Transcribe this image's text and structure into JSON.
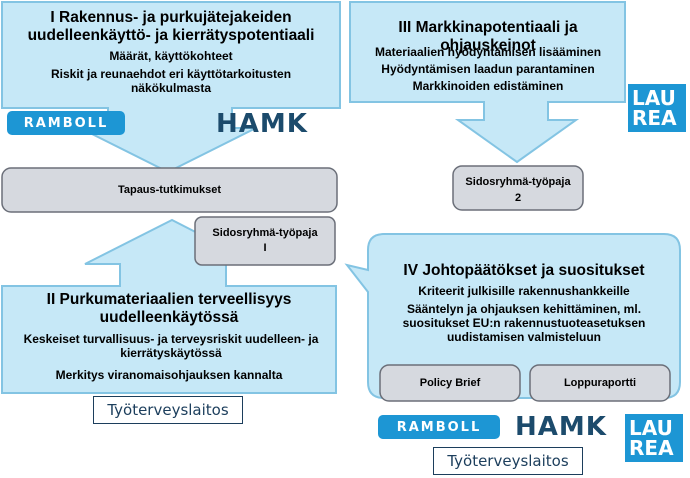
{
  "box_i": {
    "title": "I Rakennus- ja purkujätejakeiden uudelleenkäyttö- ja kierrätyspotentiaali",
    "line1": "Määrät, käyttökohteet",
    "line2": "Riskit ja reunaehdot eri käyttötarkoitusten näkökulmasta"
  },
  "box_iii": {
    "title": "III Markkinapotentiaali ja ohjauskeinot",
    "line1": "Materiaalien hyödyntämisen lisääminen",
    "line2": "Hyödyntämisen laadun parantaminen",
    "line3": "Markkinoiden edistäminen"
  },
  "box_ii": {
    "title": "II Purkumateriaalien  terveellisyys uudelleenkäytössä",
    "line1": "Keskeiset turvallisuus- ja terveysriskit uudelleen- ja kierrätyskäytössä",
    "line2": "Merkitys viranomaisohjauksen kannalta"
  },
  "box_iv": {
    "title": "IV Johtopäätökset ja suositukset",
    "line1": "Kriteerit julkisille rakennushankkeille",
    "line2": "Sääntelyn ja ohjauksen kehittäminen, ml. suositukset EU:n rakennustuoteasetuksen uudistamisen valmisteluun"
  },
  "gray": {
    "tapaus": "Tapaus-tutkimukset",
    "sidos1_a": "Sidosryhmä-työpaja",
    "sidos1_b": "I",
    "sidos2_a": "Sidosryhmä-työpaja",
    "sidos2_b": "2",
    "policy": "Policy Brief",
    "loppu": "Loppuraportti"
  },
  "logos": {
    "ramboll": "RAMBOLL",
    "hamk": "HAMK",
    "laurea_top": "LAU",
    "laurea_bottom": "REA",
    "tyoterveys": "Työterveyslaitos"
  },
  "colors": {
    "light_blue": "#c6e8f7",
    "blue_border": "#83c4e3",
    "gray_fill": "#d6d9df",
    "gray_border": "#6b6f79",
    "brand_blue": "#1d96d4",
    "hamk_navy": "#1c4b6c"
  }
}
